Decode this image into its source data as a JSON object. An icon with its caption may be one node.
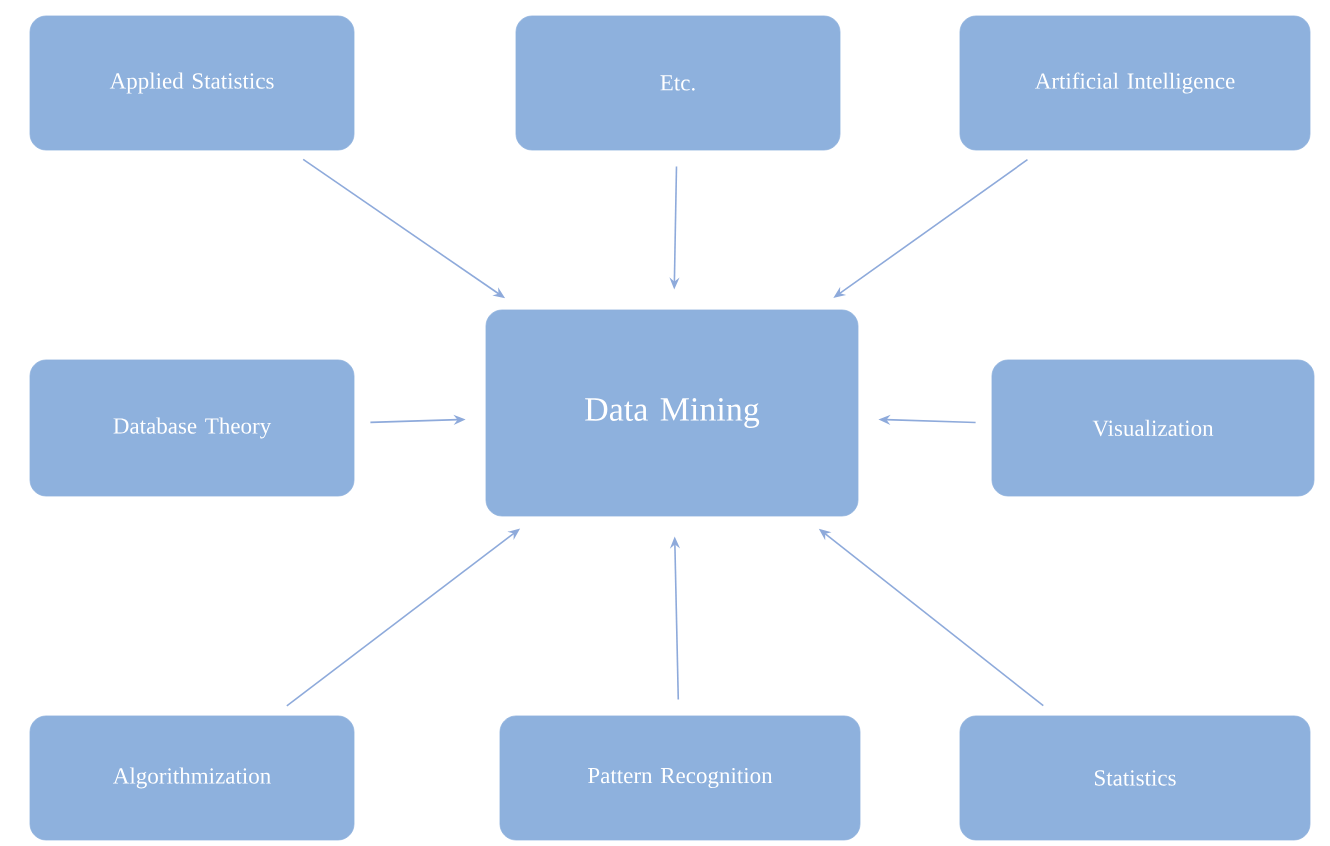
{
  "diagram": {
    "nodes": [
      {
        "text": [
          "Applied Statistics"
        ]
      },
      {
        "text": [
          "Etc."
        ]
      },
      {
        "text": [
          "Artificial Intelligence"
        ]
      },
      {
        "text": [
          "Database Theory"
        ]
      },
      {
        "text": [
          "Data Mining"
        ]
      },
      {
        "text": [
          "Visualization"
        ]
      },
      {
        "text": [
          "Algorithmization"
        ]
      },
      {
        "text": [
          "Pattern Recognition"
        ]
      },
      {
        "text": [
          "Statistics"
        ]
      }
    ],
    "edges": [
      {
        "from": 0,
        "to": 4,
        "arrow": "to"
      },
      {
        "from": 1,
        "to": 4,
        "arrow": "to"
      },
      {
        "from": 2,
        "to": 4,
        "arrow": "to"
      },
      {
        "from": 3,
        "to": 4,
        "arrow": "to"
      },
      {
        "from": 5,
        "to": 4,
        "arrow": "to"
      },
      {
        "from": 6,
        "to": 4,
        "arrow": "to"
      },
      {
        "from": 7,
        "to": 4,
        "arrow": "to"
      },
      {
        "from": 8,
        "to": 4,
        "arrow": "to"
      }
    ]
  }
}
